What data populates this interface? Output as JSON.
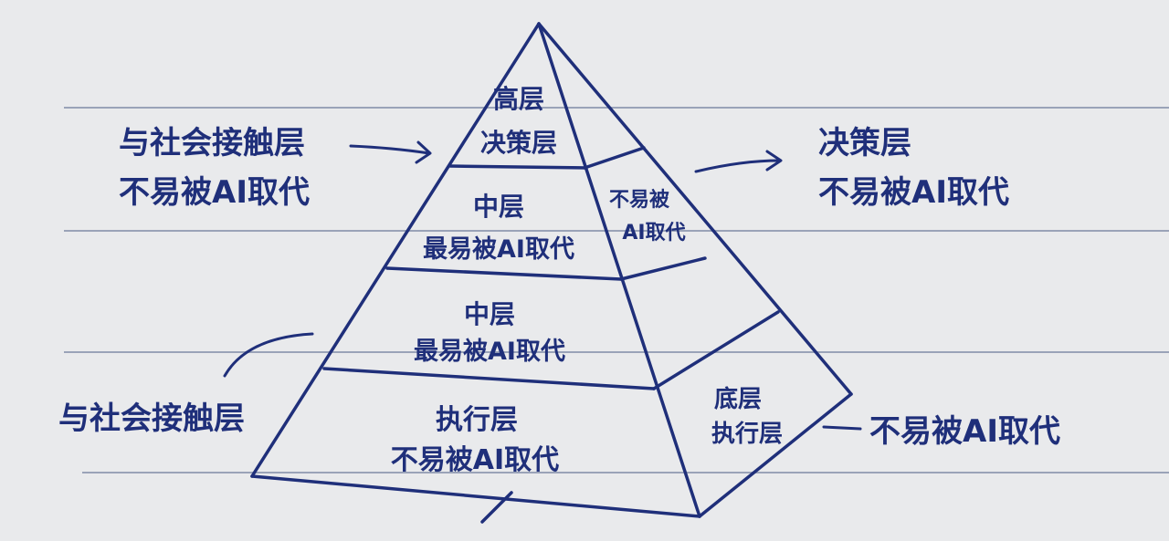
{
  "colors": {
    "paper": "#e9eaec",
    "rule_line": "#9aa3b8",
    "ink": "#1f2f7a"
  },
  "left_annotations": {
    "top": {
      "line1": "与社会接触层",
      "line2": "不易被AI取代"
    },
    "bottom": {
      "line1": "与社会接触层"
    }
  },
  "right_annotations": {
    "top": {
      "line1": "决策层",
      "line2": "不易被AI取代"
    },
    "bottom": {
      "line1": "不易被AI取代"
    }
  },
  "front_face": {
    "top": {
      "line1": "高层",
      "line2": "决策层"
    },
    "upper": {
      "line1": "中层",
      "line2": "最易被AI取代"
    },
    "lower": {
      "line1": "中层",
      "line2": "最易被AI取代"
    },
    "bottom": {
      "line1": "执行层",
      "line2": "不易被AI取代"
    }
  },
  "side_face": {
    "upper": {
      "line1": "不易被",
      "line2": "AI取代"
    },
    "bottom": {
      "line1": "底层",
      "line2": "执行层"
    }
  }
}
